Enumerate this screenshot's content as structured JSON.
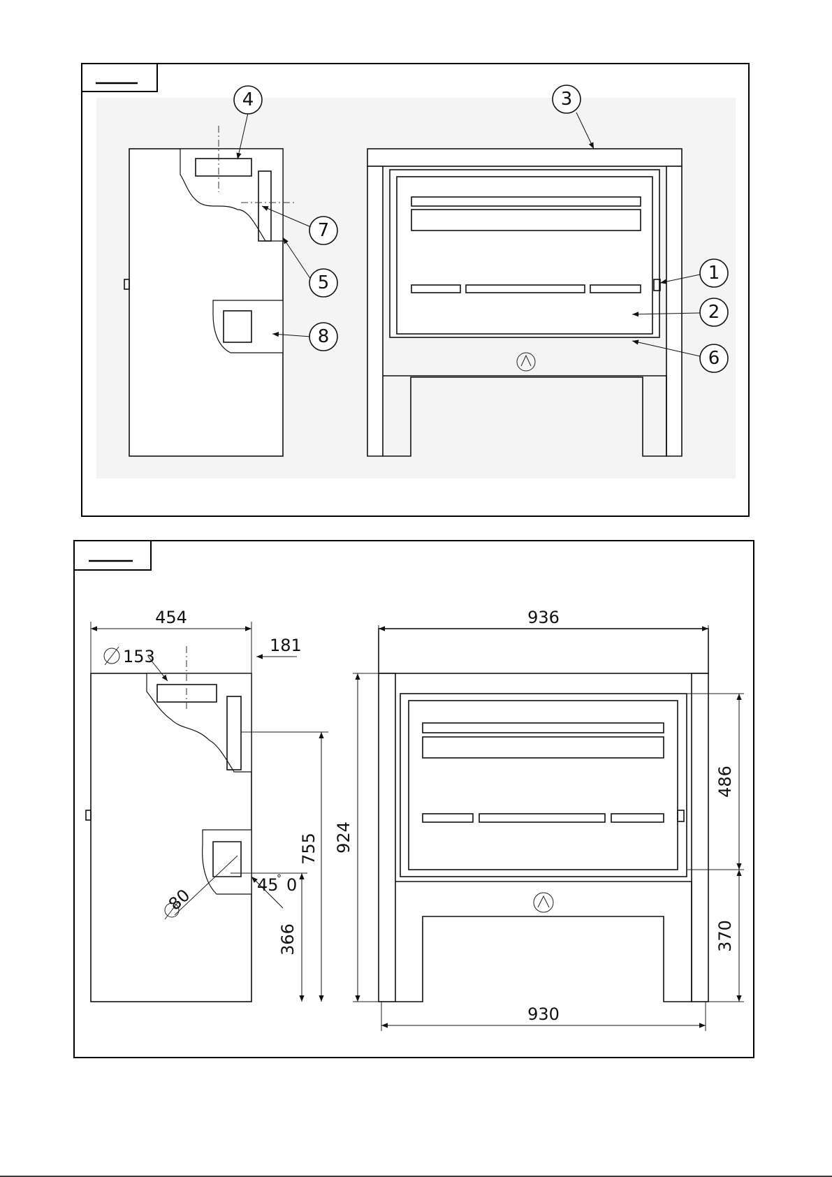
{
  "callouts": {
    "c1": "1",
    "c2": "2",
    "c3": "3",
    "c4": "4",
    "c5": "5",
    "c6": "6",
    "c7": "7",
    "c8": "8"
  },
  "dimensions": {
    "side_depth": "454",
    "flue_diameter": "153",
    "flue_offset": "181",
    "rear_outlet_diameter": "80",
    "outlet_angle": "45",
    "outlet_angle_unit": "°",
    "outlet_angle_zero": "0",
    "flue_height": "755",
    "rear_outlet_height": "366",
    "top_width": "936",
    "total_height": "924",
    "door_height": "486",
    "base_height": "370",
    "base_width": "930"
  },
  "icons": {
    "fire_logo": "fire-logo-icon",
    "door_handle": "door-handle-icon"
  }
}
